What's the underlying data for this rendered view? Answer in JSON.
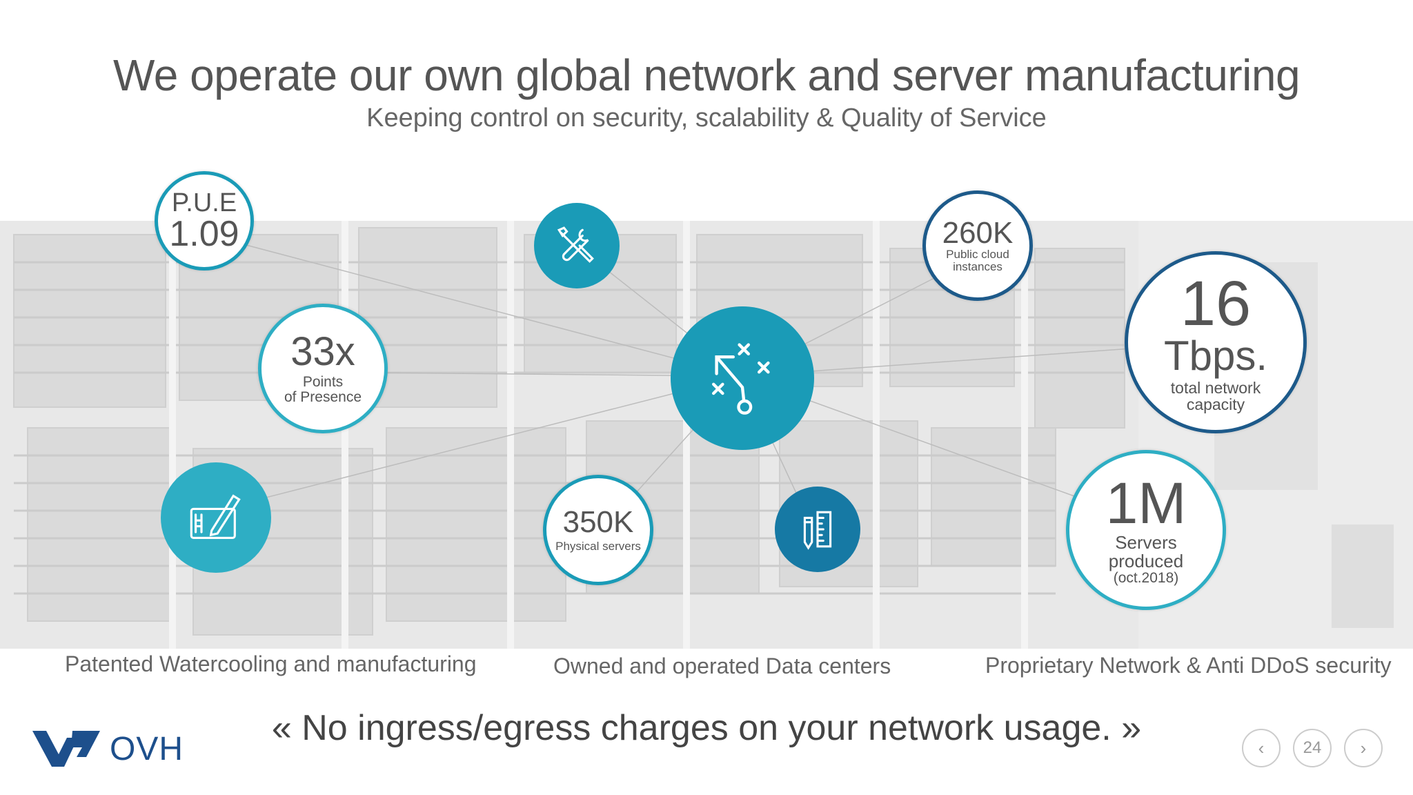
{
  "slide": {
    "title": "We operate our own global network and server manufacturing",
    "subtitle": "Keeping control on security, scalability & Quality of Service"
  },
  "metrics": {
    "pue": {
      "label": "P.U.E",
      "value": "1.09"
    },
    "pop": {
      "value": "33x",
      "line1": "Points",
      "line2": "of Presence"
    },
    "cloud": {
      "value": "260K",
      "line1": "Public cloud",
      "line2": "instances"
    },
    "capacity": {
      "value": "16",
      "unit": "Tbps.",
      "line1": "total network",
      "line2": "capacity"
    },
    "servers": {
      "value": "350K",
      "line1": "Physical servers"
    },
    "produced": {
      "value": "1M",
      "line1": "Servers",
      "line2": "produced",
      "line3": "(oct.2018)"
    }
  },
  "icons": {
    "tools": "tools-icon",
    "strategy": "strategy-icon",
    "design": "design-tablet-icon",
    "ruler": "ruler-pencil-icon"
  },
  "captions": {
    "left": "Patented Watercooling and manufacturing",
    "center": "Owned and operated Data centers",
    "right": "Proprietary Network & Anti DDoS security"
  },
  "quote": "« No ingress/egress charges on your network usage. »",
  "brand": {
    "name": "OVH"
  },
  "navigation": {
    "page": "24",
    "prev_icon": "chevron-left-icon",
    "next_icon": "chevron-right-icon"
  },
  "colors": {
    "teal": "#1a9bb7",
    "teal_light": "#2eaec4",
    "dark_blue": "#1d5a8a",
    "brand": "#1d4f8c"
  }
}
